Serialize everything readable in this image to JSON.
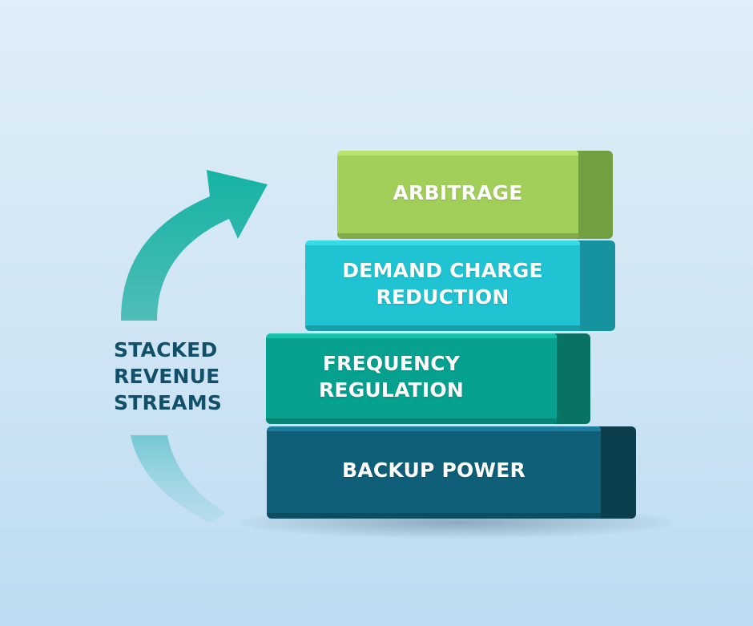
{
  "diagram": {
    "title_lines": [
      "STACKED",
      "REVENUE",
      "STREAMS"
    ],
    "arrow": {
      "direction": "up-right",
      "icon": "curved-arrow-icon",
      "color": "#14b3a3"
    },
    "stack_order": "top-to-bottom",
    "blocks": [
      {
        "id": "arbitrage",
        "lines": [
          "ARBITRAGE"
        ],
        "color": "#a1cf5a"
      },
      {
        "id": "demand-charge-reduction",
        "lines": [
          "DEMAND CHARGE",
          "REDUCTION"
        ],
        "color": "#1fc3d2"
      },
      {
        "id": "frequency-regulation",
        "lines": [
          "FREQUENCY",
          "REGULATION"
        ],
        "color": "#07a190"
      },
      {
        "id": "backup-power",
        "lines": [
          "BACKUP POWER"
        ],
        "color": "#0f5f78"
      }
    ]
  }
}
